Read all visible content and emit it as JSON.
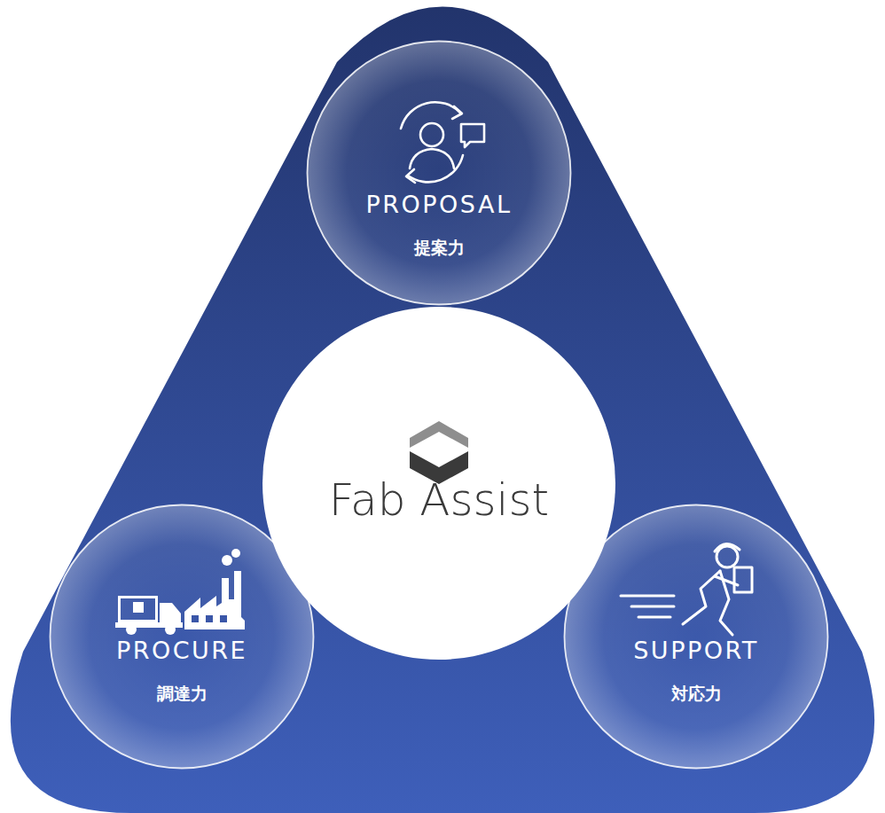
{
  "diagram": {
    "nodes": [
      {
        "text": [
          "PROPOSAL",
          "提案力"
        ]
      },
      {
        "text": [
          "Fab Assist"
        ]
      },
      {
        "text": [
          "PROCURE",
          "調達力"
        ]
      },
      {
        "text": [
          "SUPPORT",
          "対応力"
        ]
      }
    ]
  }
}
